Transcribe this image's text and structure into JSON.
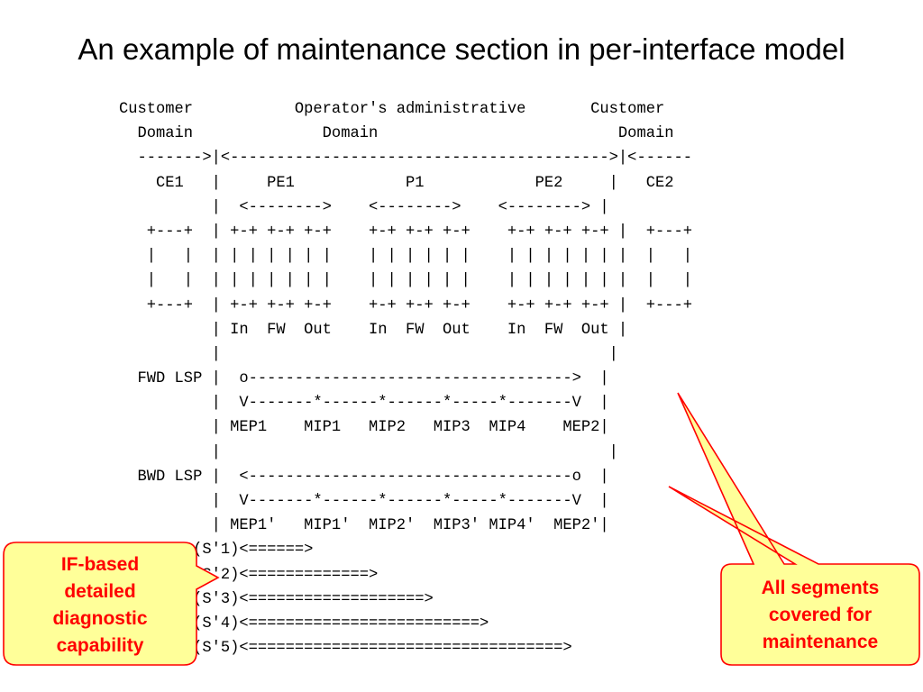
{
  "title": "An example of maintenance section in per-interface model",
  "diagram_lines": [
    "Customer           Operator's administrative       Customer",
    "  Domain              Domain                          Domain",
    "  ------->|<----------------------------------------->|<------",
    "    CE1   |     PE1            P1            PE2     |   CE2",
    "          |  <-------->    <-------->    <--------> |",
    "   +---+  | +-+ +-+ +-+    +-+ +-+ +-+    +-+ +-+ +-+ |  +---+",
    "   |   |  | | | | | | |    | | | | | |    | | | | | | |  |   |",
    "   |   |  | | | | | | |    | | | | | |    | | | | | | |  |   |",
    "   +---+  | +-+ +-+ +-+    +-+ +-+ +-+    +-+ +-+ +-+ |  +---+",
    "          | In  FW  Out    In  FW  Out    In  FW  Out |",
    "          |                                          |",
    "  FWD LSP |  o----------------------------------->  |",
    "          |  V-------*------*------*-----*-------V  |",
    "          | MEP1    MIP1   MIP2   MIP3  MIP4    MEP2|",
    "          |                                          |",
    "  BWD LSP |  <-----------------------------------o  |",
    "          |  V-------*------*------*-----*-------V  |",
    "          | MEP1'   MIP1'  MIP2'  MIP3' MIP4'  MEP2'|",
    "        (S'1)<======>",
    "        (S'2)<=============>",
    "        (S'3)<===================>",
    "        (S'4)<=========================>",
    "        (S'5)<==================================>"
  ],
  "callouts": {
    "left": {
      "lines": [
        "IF-based",
        "detailed",
        "diagnostic",
        "capability"
      ]
    },
    "right": {
      "lines": [
        "All segments",
        "covered for",
        "maintenance"
      ]
    }
  },
  "colors": {
    "callout_fill": "#ffff99",
    "callout_border": "#ff0000",
    "callout_text": "#ff0000",
    "text": "#000000"
  }
}
